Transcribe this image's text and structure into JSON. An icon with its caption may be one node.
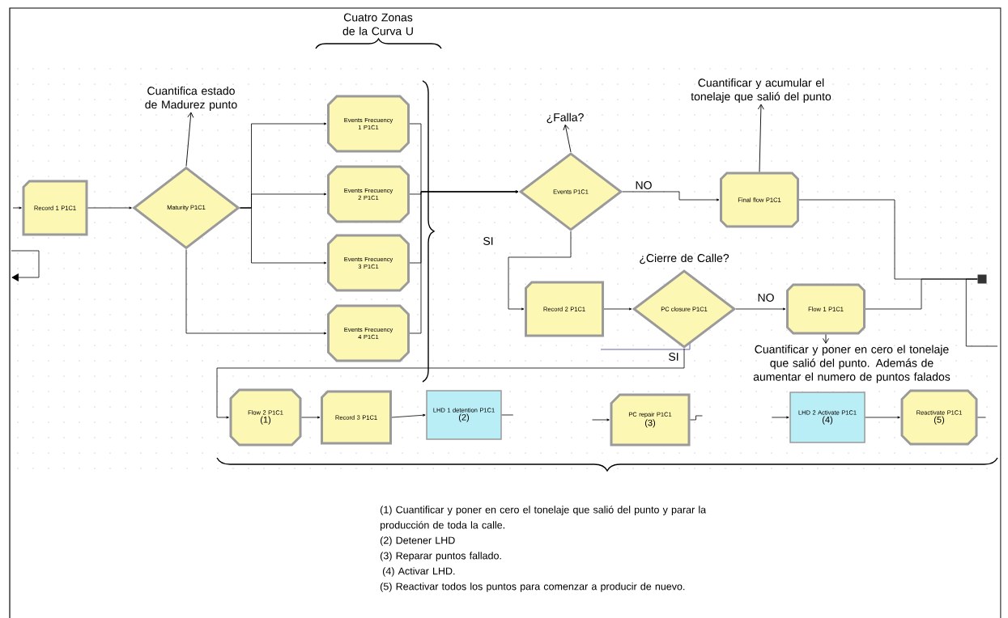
{
  "diagram": {
    "nodes": [
      {
        "text": [
          "Record 1 P1C1"
        ]
      },
      {
        "text": [
          "Maturity P1C1"
        ]
      },
      {
        "text": [
          "Events Frecuency 1 P1C1"
        ]
      },
      {
        "text": [
          "Events Frecuency 2 P1C1"
        ]
      },
      {
        "text": [
          "Events Frecuency 3 P1C1"
        ]
      },
      {
        "text": [
          "Events Frecuency 4 P1C1"
        ]
      },
      {
        "text": [
          "Events P1C1"
        ]
      },
      {
        "text": [
          "Final flow P1C1"
        ]
      },
      {
        "text": [
          "Record 2 P1C1"
        ]
      },
      {
        "text": [
          "PC closure P1C1"
        ]
      },
      {
        "text": [
          "Flow 1 P1C1"
        ]
      },
      {
        "text": [
          "Flow 2 P1C1",
          "(1)"
        ]
      },
      {
        "text": [
          "Record 3 P1C1"
        ]
      },
      {
        "text": [
          "LHD 1 detention P1C1",
          "(2)"
        ]
      },
      {
        "text": [
          "PC repair P1C1",
          "(3)"
        ]
      },
      {
        "text": [
          "LHD 2 Activate P1C1",
          "(4)"
        ]
      },
      {
        "text": [
          "Reactivate P1C1",
          "(5)"
        ]
      },
      {
        "text": [
          "Cuantifica estado de Madurez punto"
        ]
      },
      {
        "text": [
          "¿Falla?"
        ]
      },
      {
        "text": [
          "Cuantificar y acumular el tonelaje que salió del punto"
        ]
      },
      {
        "text": [
          "Cuantificar y poner en cero el tonelaje que salió del punto. Además de aumentar el numero de puntos falados"
        ]
      },
      {
        "text": [],
        "shape": "box"
      }
    ],
    "edges": [
      {
        "from": null,
        "to": 0,
        "arrow": "to"
      },
      {
        "from": 0,
        "to": 1,
        "arrow": "to"
      },
      {
        "from": 1,
        "to": 2,
        "arrow": "to"
      },
      {
        "from": 1,
        "to": 3,
        "arrow": "to"
      },
      {
        "from": 1,
        "to": 4,
        "arrow": "to"
      },
      {
        "from": 1,
        "to": 5,
        "arrow": "to"
      },
      {
        "from": 2,
        "to": 6,
        "arrow": "to"
      },
      {
        "from": 3,
        "to": 6,
        "arrow": "to"
      },
      {
        "from": 4,
        "to": 6,
        "arrow": "to"
      },
      {
        "from": 5,
        "to": 6,
        "arrow": "to"
      },
      {
        "from": 6,
        "to": 7,
        "arrow": "to",
        "label": "NO"
      },
      {
        "from": 6,
        "to": 8,
        "arrow": "to",
        "label": "SI"
      },
      {
        "from": 8,
        "to": 9,
        "arrow": "to"
      },
      {
        "from": 9,
        "to": 10,
        "arrow": "to",
        "label": "NO"
      },
      {
        "from": 9,
        "to": 11,
        "arrow": "to",
        "label": "SI"
      },
      {
        "from": 11,
        "to": 12,
        "arrow": "to"
      },
      {
        "from": 12,
        "to": 13,
        "arrow": "to"
      },
      {
        "from": 13,
        "to": null,
        "arrow": "none"
      },
      {
        "from": null,
        "to": 14,
        "arrow": "to"
      },
      {
        "from": 14,
        "to": null,
        "arrow": "none"
      },
      {
        "from": null,
        "to": 15,
        "arrow": "to"
      },
      {
        "from": 15,
        "to": 16,
        "arrow": "to"
      },
      {
        "from": 16,
        "to": null,
        "arrow": "none"
      },
      {
        "from": 7,
        "to": 21,
        "arrow": "none"
      },
      {
        "from": 10,
        "to": 21,
        "arrow": "none"
      },
      {
        "from": 21,
        "to": null,
        "arrow": "none"
      },
      {
        "from": 1,
        "to": 17,
        "arrow": "to"
      },
      {
        "from": 6,
        "to": 18,
        "arrow": "to"
      },
      {
        "from": 7,
        "to": 19,
        "arrow": "to"
      },
      {
        "from": 10,
        "to": 20,
        "arrow": "to"
      }
    ],
    "labels": [
      "Cuatro Zonas de la Curva U",
      "¿Cierre de Calle?",
      "(1) Cuantificar y poner en cero el tonelaje que salió del punto y parar la producción de toda la calle.",
      "(2) Detener LHD",
      "(3) Reparar puntos fallado.",
      "(4) Activar LHD.",
      "(5) Reactivar todos los puntos para comenzar a producir de nuevo."
    ]
  }
}
